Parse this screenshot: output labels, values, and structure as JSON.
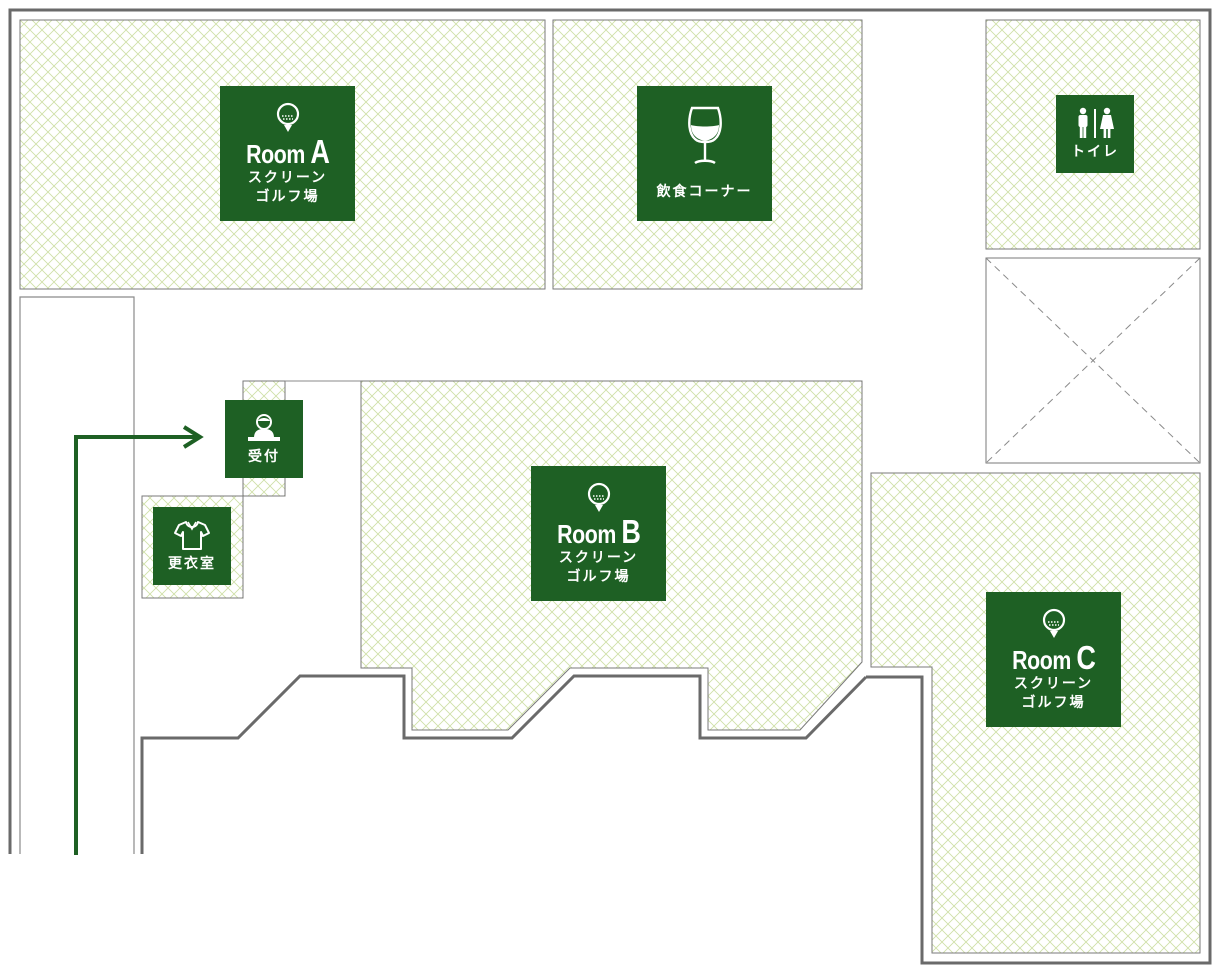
{
  "colors": {
    "sign_bg": "#1e6024",
    "hatch": "#cfe0a8",
    "area_border": "#7a7a7a",
    "wall": "#6a6a6a",
    "route": "#1e6024"
  },
  "rooms": {
    "room_a": {
      "icon": "golf-ball-tee-icon",
      "title_prefix": "Room ",
      "title_letter": "A",
      "line1": "スクリーン",
      "line2": "ゴルフ場"
    },
    "room_b": {
      "icon": "golf-ball-tee-icon",
      "title_prefix": "Room ",
      "title_letter": "B",
      "line1": "スクリーン",
      "line2": "ゴルフ場"
    },
    "room_c": {
      "icon": "golf-ball-tee-icon",
      "title_prefix": "Room ",
      "title_letter": "C",
      "line1": "スクリーン",
      "line2": "ゴルフ場"
    }
  },
  "facilities": {
    "dining": {
      "icon": "wine-glass-icon",
      "label": "飲食コーナー"
    },
    "toilet": {
      "icon": "restroom-icon",
      "label": "トイレ"
    },
    "reception": {
      "icon": "receptionist-icon",
      "label": "受付"
    },
    "changing_room": {
      "icon": "shirt-icon",
      "label": "更衣室"
    }
  },
  "route": {
    "icon": "route-arrow-icon"
  }
}
